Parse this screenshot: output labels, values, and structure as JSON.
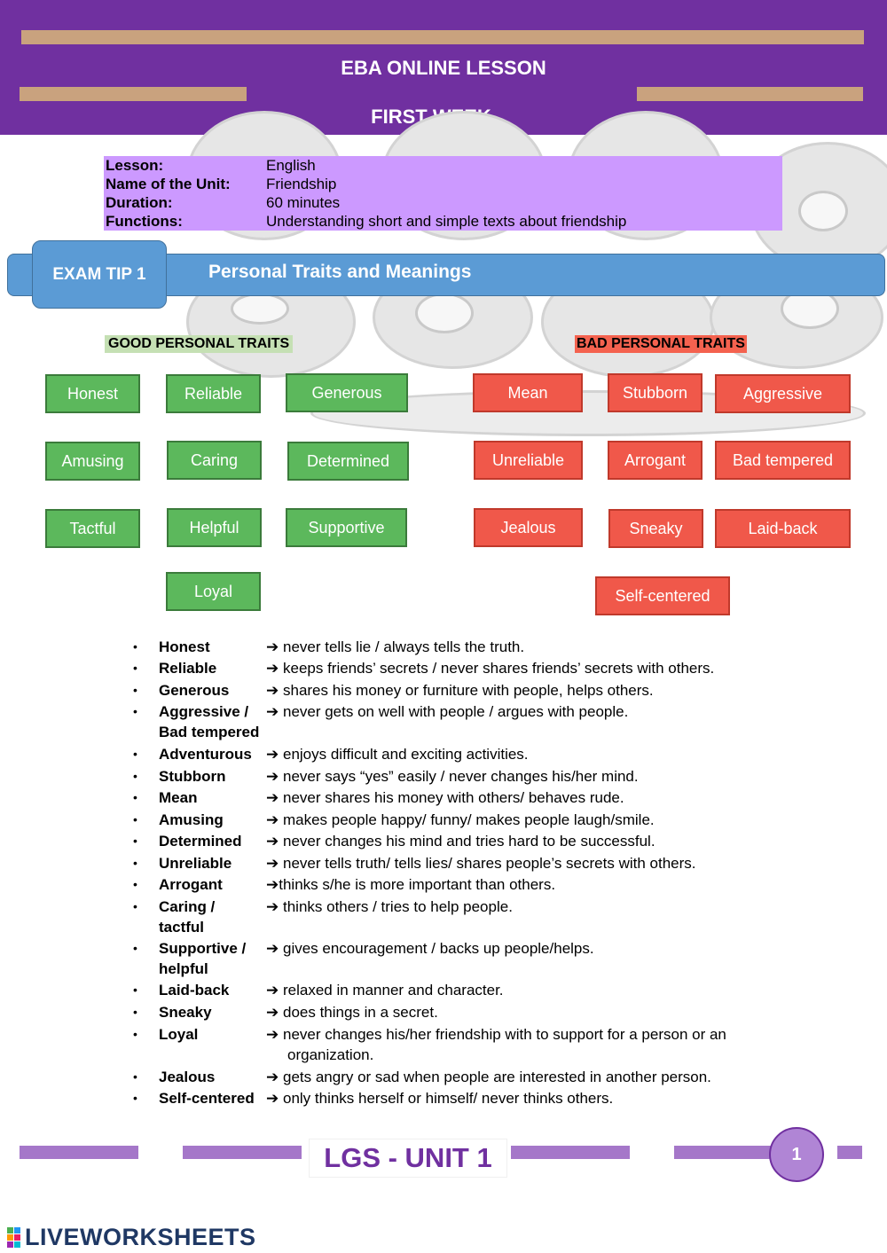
{
  "header": {
    "title": "EBA ONLINE LESSON",
    "subtitle": "FIRST WEEK"
  },
  "info": {
    "rows": [
      {
        "label": "Lesson:",
        "value": "English"
      },
      {
        "label": "Name of the Unit:",
        "value": "Friendship"
      },
      {
        "label": "Duration:",
        "value": "60 minutes"
      },
      {
        "label": "Functions:",
        "value": "Understanding short and simple texts about friendship"
      }
    ]
  },
  "tip": {
    "label": "EXAM TIP 1",
    "title": "Personal Traits and Meanings"
  },
  "good": {
    "heading": "GOOD PERSONAL TRAITS",
    "traits": [
      "Honest",
      "Reliable",
      "Generous",
      "Amusing",
      "Caring",
      "Determined",
      "Tactful",
      "Helpful",
      "Supportive",
      "Loyal"
    ]
  },
  "bad": {
    "heading": "BAD PERSONAL TRAITS",
    "traits": [
      "Mean",
      "Stubborn",
      "Aggressive",
      "Unreliable",
      "Arrogant",
      "Bad tempered",
      "Jealous",
      "Sneaky",
      "Laid-back",
      "Self-centered"
    ]
  },
  "definitions": [
    {
      "term": "Honest",
      "def": "never tells lie / always tells the truth."
    },
    {
      "term": "Reliable",
      "def": "keeps friends’ secrets / never shares friends’ secrets with others."
    },
    {
      "term": "Generous",
      "def": "shares his money or furniture with people, helps others."
    },
    {
      "term": "Aggressive /",
      "term2": "Bad tempered",
      "def": "never gets on well with people / argues with people."
    },
    {
      "term": "Adventurous",
      "def": "enjoys difficult and exciting activities."
    },
    {
      "term": "Stubborn",
      "def": "never says “yes” easily / never changes his/her mind."
    },
    {
      "term": "Mean",
      "def": "never shares his money with others/ behaves rude."
    },
    {
      "term": "Amusing",
      "def": "makes people happy/ funny/ makes people laugh/smile."
    },
    {
      "term": "Determined",
      "def": "never changes his mind and tries hard to be successful."
    },
    {
      "term": "Unreliable",
      "def": "never tells truth/ tells lies/ shares people’s secrets with others."
    },
    {
      "term": "Arrogant",
      "def": "thinks s/he is more important than others."
    },
    {
      "term": "Caring /",
      "term2": "tactful",
      "def": "thinks others / tries to help people."
    },
    {
      "term": "Supportive /",
      "term2": "helpful",
      "def": "gives encouragement / backs up people/helps."
    },
    {
      "term": "Laid-back",
      "def": "relaxed in manner and character."
    },
    {
      "term": "Sneaky",
      "def": "does things in a secret."
    },
    {
      "term": "Loyal",
      "def": "never changes his/her friendship with to support for a person or an",
      "def2": "organization."
    },
    {
      "term": "Jealous",
      "def": "gets angry or sad when people are interested in another person."
    },
    {
      "term": "Self-centered",
      "def": "only thinks herself or himself/ never thinks others."
    }
  ],
  "arrow": "➔",
  "bullet": "•",
  "footer": {
    "title": "LGS - UNIT 1",
    "page": "1",
    "brand": "LIVEWORKSHEETS"
  },
  "colors": {
    "header": "#7030a0",
    "info_bg": "#cc99ff",
    "tip_blue": "#5b9bd5",
    "good_green": "#5cb85c",
    "bad_red": "#f0584a",
    "footer_purple": "#a577c9"
  }
}
